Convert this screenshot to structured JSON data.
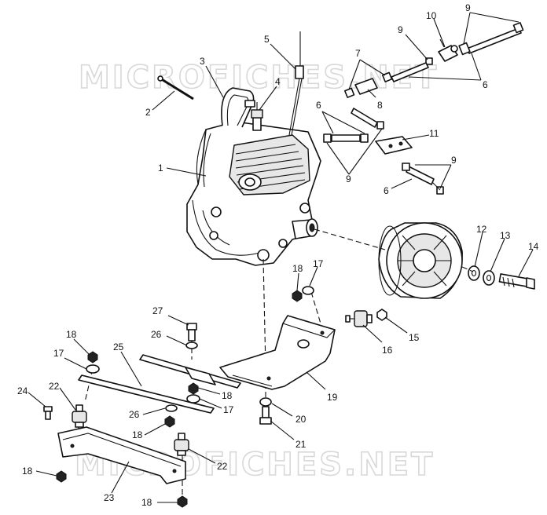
{
  "watermark": {
    "text": "MICROFICHES.NET"
  },
  "callouts": {
    "c1": "1",
    "c2": "2",
    "c3": "3",
    "c4": "4",
    "c5": "5",
    "c6a": "6",
    "c6b": "6",
    "c6c": "6",
    "c7": "7",
    "c8": "8",
    "c9a": "9",
    "c9b": "9",
    "c9c": "9",
    "c9d": "9",
    "c10": "10",
    "c11": "11",
    "c12": "12",
    "c13": "13",
    "c14": "14",
    "c15": "15",
    "c16": "16",
    "c17a": "17",
    "c17b": "17",
    "c17c": "17",
    "c18a": "18",
    "c18b": "18",
    "c18c": "18",
    "c18d": "18",
    "c18e": "18",
    "c18f": "18",
    "c19": "19",
    "c20": "20",
    "c21": "21",
    "c22a": "22",
    "c22b": "22",
    "c23": "23",
    "c24": "24",
    "c25": "25",
    "c26a": "26",
    "c26b": "26",
    "c27": "27"
  }
}
